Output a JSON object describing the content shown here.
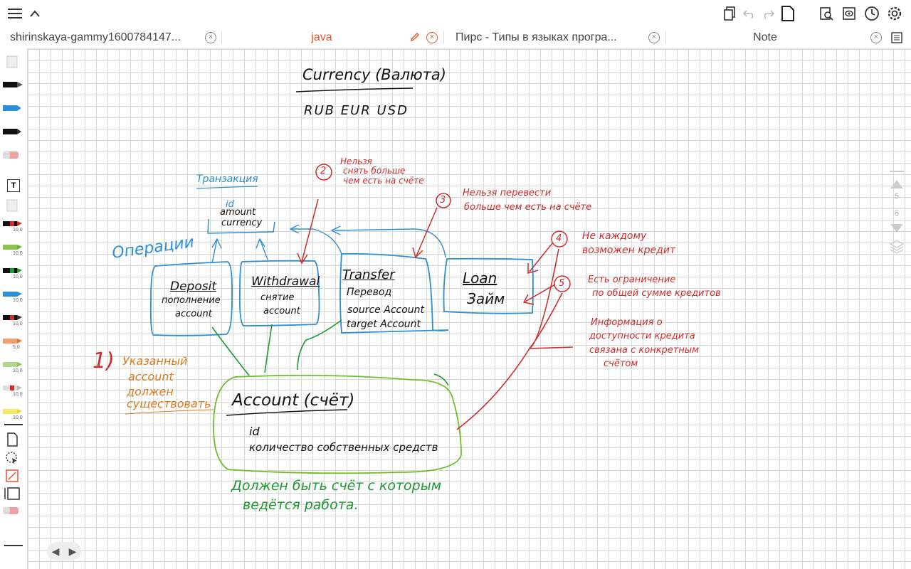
{
  "toolbar": {
    "menu_icon": "hamburger-icon",
    "collapse_icon": "chevron-up-icon",
    "right_icons": [
      "copy-pages-icon",
      "undo-icon",
      "redo-icon",
      "page-icon",
      "find-icon",
      "view-icon",
      "history-icon",
      "settings-icon"
    ]
  },
  "tabs": [
    {
      "label": "shirinskaya-gammy1600784147...",
      "active": false
    },
    {
      "label": "java",
      "active": true
    },
    {
      "label": "Пирс - Типы в языках програ...",
      "active": false
    },
    {
      "label": "Note",
      "active": false
    }
  ],
  "colors": {
    "accent": "#e8542e",
    "pen_black": "#111111",
    "pen_red": "#d42a2a",
    "pen_blue": "#2a8ed8",
    "pen_green": "#1a9a30",
    "pen_orange": "#e07a1a"
  },
  "sidebar": {
    "pen_sizes": [
      "10,0",
      "10,0",
      "10,0",
      "10,0",
      "10,0",
      "5,0",
      "10,0",
      "10,0",
      "10,0"
    ],
    "text_tool_label": "T"
  },
  "page_indicator": {
    "current": "5",
    "next": "6"
  },
  "note": {
    "currency_title": "Currency (Валюта)",
    "currency_values": "RUB   EUR   USD",
    "transaction_title": "Транзакция",
    "transaction_fields": [
      "id",
      "amount",
      "currency"
    ],
    "operations_label": "Операции",
    "deposit": {
      "title": "Deposit",
      "line1": "пополнение",
      "line2": "account"
    },
    "withdrawal": {
      "title": "Withdrawal",
      "line1": "снятие",
      "line2": "account"
    },
    "transfer": {
      "title": "Transfer",
      "line1": "Перевод",
      "line2": "source Account",
      "line3": "target Account"
    },
    "loan": {
      "title": "Loan",
      "line1": "Займ"
    },
    "account": {
      "title": "Account (счёт)",
      "line1": "id",
      "line2": "количество собственных средств"
    },
    "note1_num": "1)",
    "note1_text": [
      "Указанный",
      "account",
      "должен",
      "существовать"
    ],
    "note2_num": "2",
    "note2_text": [
      "Нельзя",
      "снять больше",
      "чем есть на счёте"
    ],
    "note3_num": "3",
    "note3_text": [
      "Нельзя перевести",
      "больше чем есть на счёте"
    ],
    "note4_num": "4",
    "note4_text": [
      "Не каждому",
      "возможен кредит"
    ],
    "note5_num": "5",
    "note5_text": [
      "Есть ограничение",
      "по общей сумме кредитов"
    ],
    "note6_text": [
      "Информация о",
      "доступности кредита",
      "связана с конкретным",
      "счётом"
    ],
    "green_note": [
      "Должен быть счёт с которым",
      "ведётся работа."
    ]
  }
}
